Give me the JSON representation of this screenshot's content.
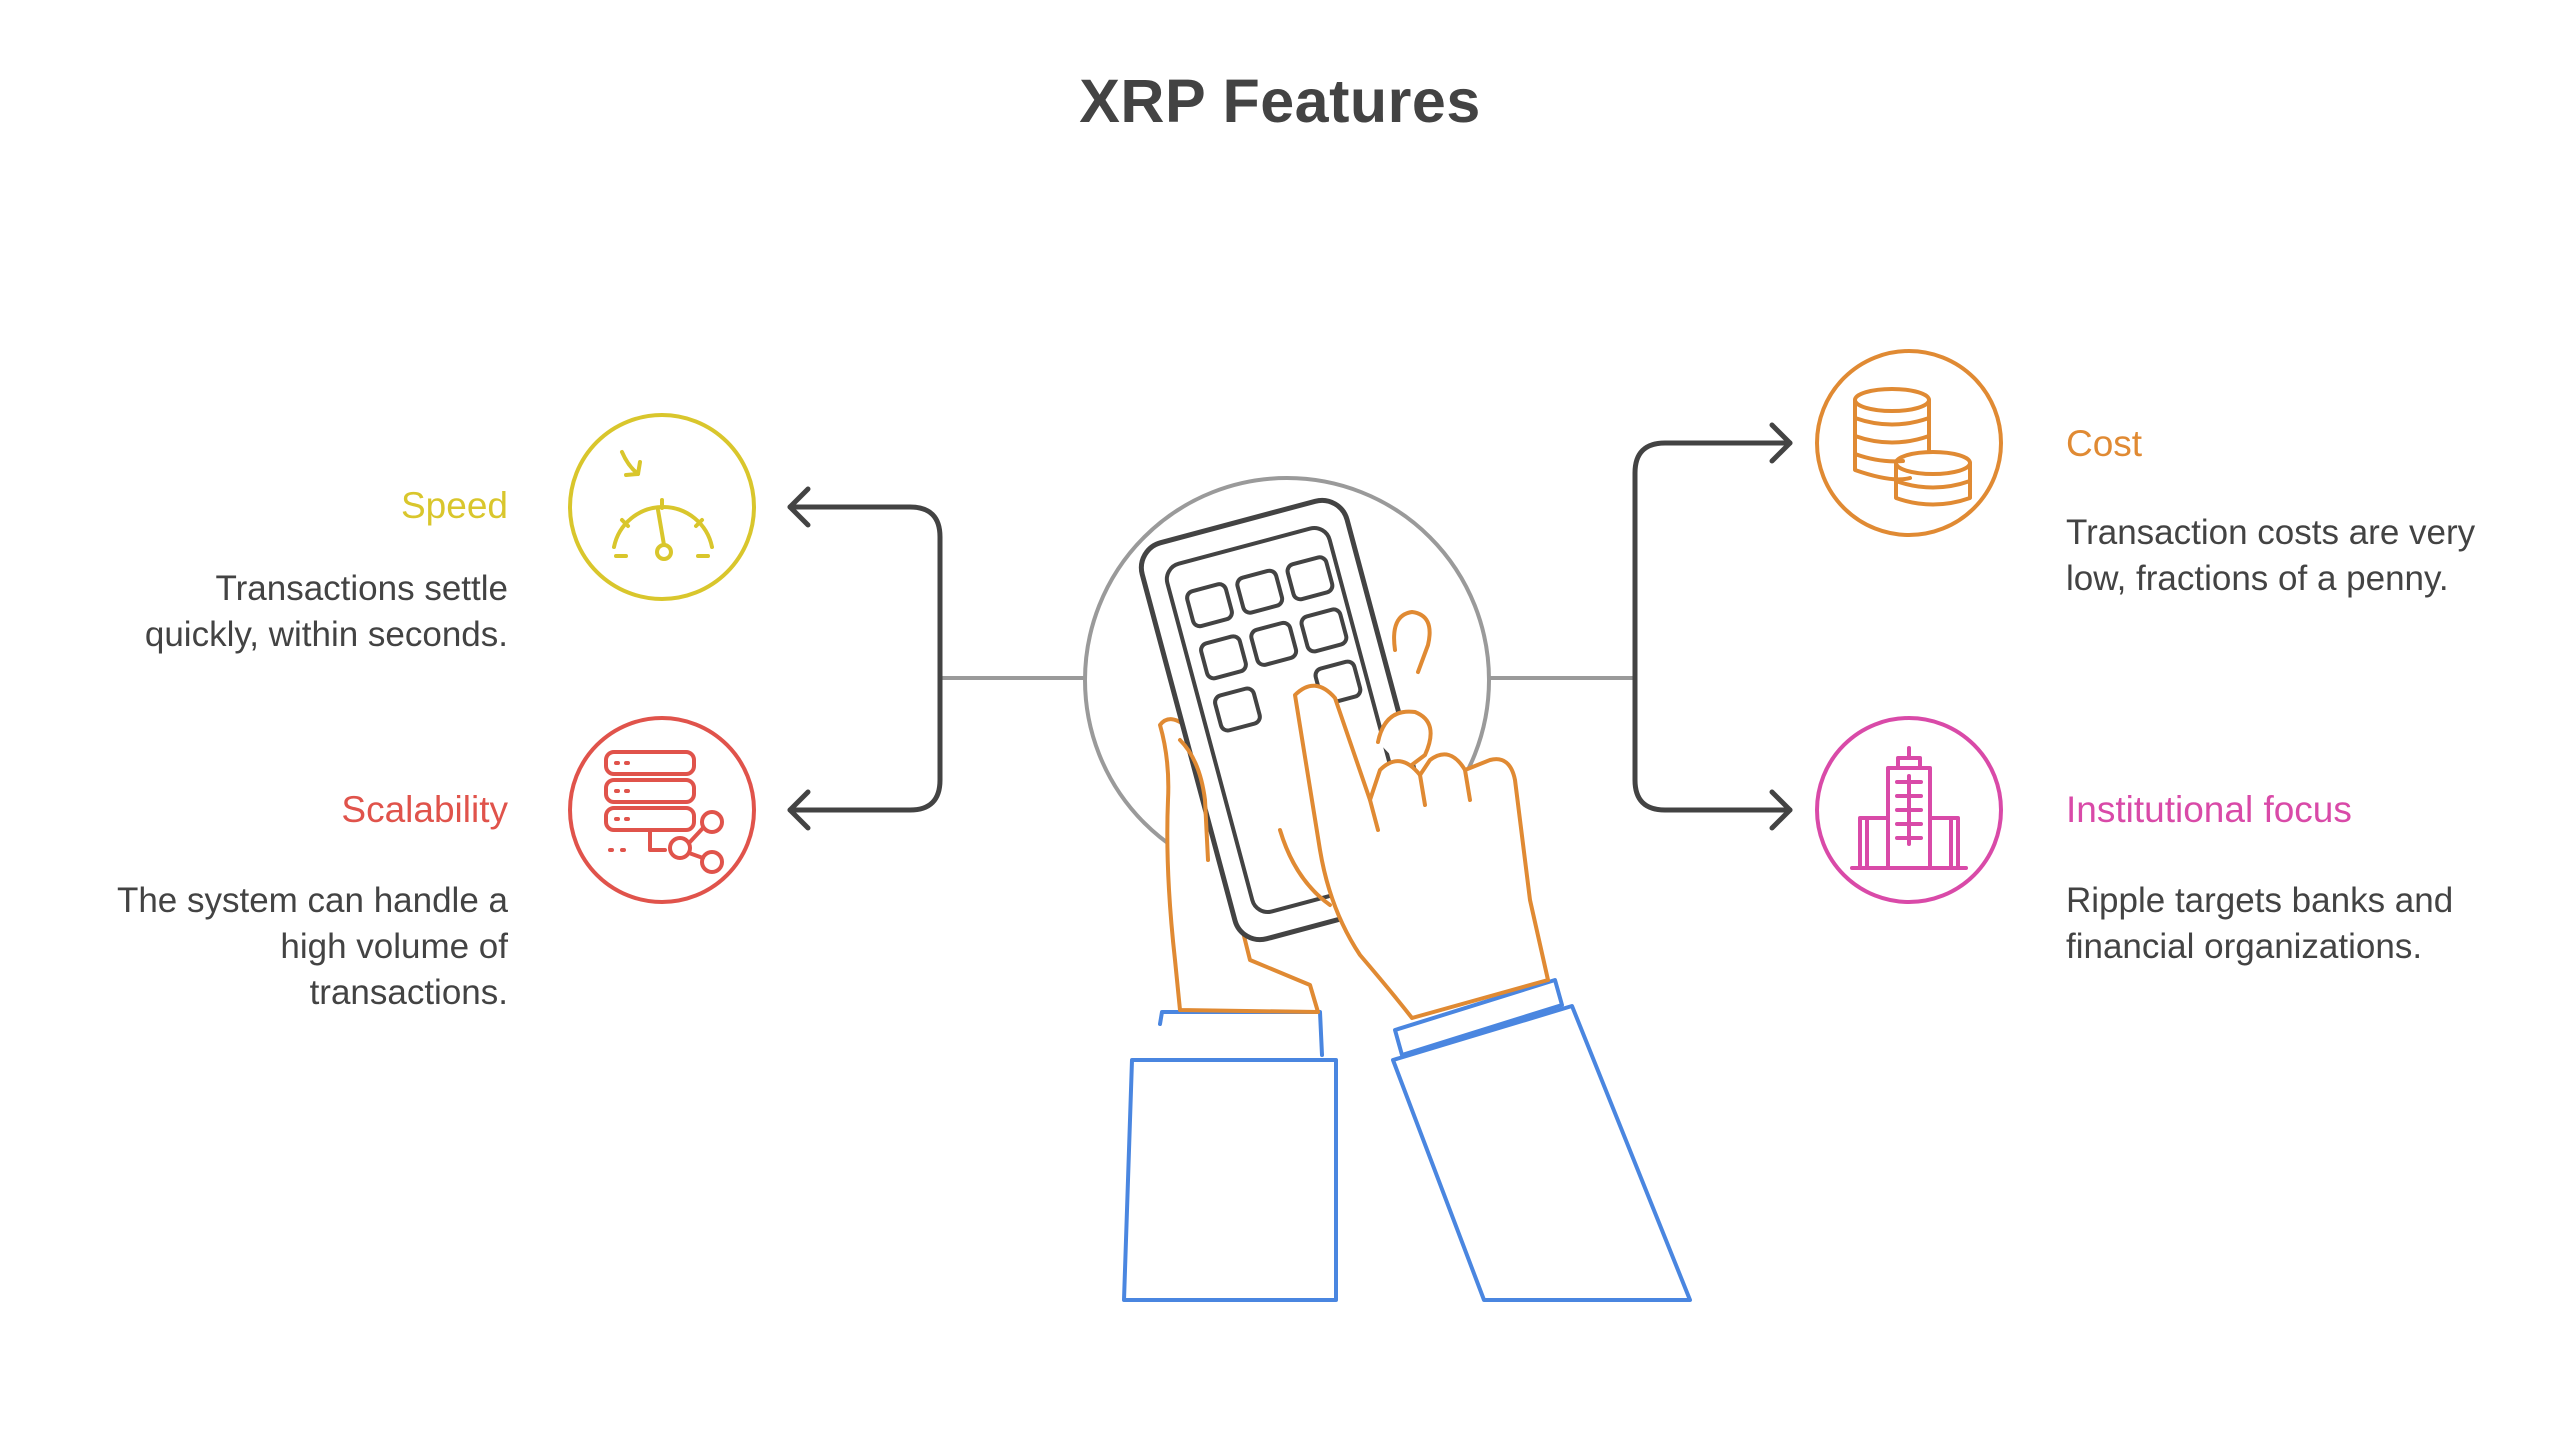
{
  "title": "XRP Features",
  "features": [
    {
      "id": "speed",
      "title": "Speed",
      "description": "Transactions settle quickly, within seconds.",
      "color": "#D9C62C",
      "icon": "speedometer-icon"
    },
    {
      "id": "scalability",
      "title": "Scalability",
      "description": "The system can handle a high volume of transactions.",
      "color": "#E0534B",
      "icon": "server-network-icon"
    },
    {
      "id": "cost",
      "title": "Cost",
      "description": "Transaction costs are very low, fractions of a penny.",
      "color": "#E08A33",
      "icon": "coin-stacks-icon"
    },
    {
      "id": "institutional",
      "title": "Institutional focus",
      "description": "Ripple targets banks and financial organizations.",
      "color": "#D94AA8",
      "icon": "office-buildings-icon"
    }
  ],
  "colors": {
    "text": "#434343",
    "connector": "#9A9A9A",
    "arrow": "#434343",
    "hand_outline": "#E08A33",
    "sleeve_outline": "#4A86E0",
    "phone_outline": "#434343"
  }
}
